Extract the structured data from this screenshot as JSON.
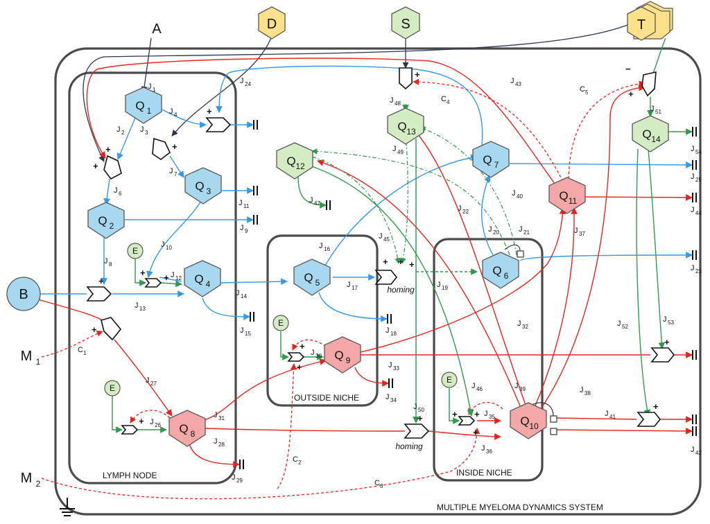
{
  "system_title": "MULTIPLE MYELOMA DYNAMICS SYSTEM",
  "compartments": {
    "lymph": "LYMPH NODE",
    "outside": "OUTSIDE NICHE",
    "inside": "INSIDE NICHE"
  },
  "external_inputs": {
    "A": "A",
    "D": "D",
    "S": "S",
    "T": "T",
    "B": "B",
    "M1": "M",
    "M1_sub": "1",
    "M2": "M",
    "M2_sub": "2"
  },
  "nodes": [
    {
      "id": "q1",
      "label": "Q",
      "sub": "1",
      "kind": "blue"
    },
    {
      "id": "q2",
      "label": "Q",
      "sub": "2",
      "kind": "blue"
    },
    {
      "id": "q3",
      "label": "Q",
      "sub": "3",
      "kind": "blue"
    },
    {
      "id": "q4",
      "label": "Q",
      "sub": "4",
      "kind": "blue"
    },
    {
      "id": "q5",
      "label": "Q",
      "sub": "5",
      "kind": "blue"
    },
    {
      "id": "q6",
      "label": "Q",
      "sub": "6",
      "kind": "blue"
    },
    {
      "id": "q7",
      "label": "Q",
      "sub": "7",
      "kind": "blue"
    },
    {
      "id": "q8",
      "label": "Q",
      "sub": "8",
      "kind": "red"
    },
    {
      "id": "q9",
      "label": "Q",
      "sub": "9",
      "kind": "red"
    },
    {
      "id": "q10",
      "label": "Q",
      "sub": "10",
      "kind": "red"
    },
    {
      "id": "q11",
      "label": "Q",
      "sub": "11",
      "kind": "red"
    },
    {
      "id": "q12",
      "label": "Q",
      "sub": "12",
      "kind": "green"
    },
    {
      "id": "q13",
      "label": "Q",
      "sub": "13",
      "kind": "green"
    },
    {
      "id": "q14",
      "label": "Q",
      "sub": "14",
      "kind": "green"
    }
  ],
  "e_label": "E",
  "homing_label": "homing",
  "sink_symbol": "‖",
  "flows": [
    {
      "id": "j1",
      "l": "J",
      "s": "1"
    },
    {
      "id": "j2",
      "l": "J",
      "s": "2"
    },
    {
      "id": "j3",
      "l": "J",
      "s": "3"
    },
    {
      "id": "j4",
      "l": "J",
      "s": "4"
    },
    {
      "id": "j6",
      "l": "J",
      "s": "6"
    },
    {
      "id": "j7",
      "l": "J",
      "s": "7"
    },
    {
      "id": "j8",
      "l": "J",
      "s": "8"
    },
    {
      "id": "j9",
      "l": "J",
      "s": "9"
    },
    {
      "id": "j10",
      "l": "J",
      "s": "10"
    },
    {
      "id": "j11",
      "l": "J",
      "s": "11"
    },
    {
      "id": "j12",
      "l": "J",
      "s": "12"
    },
    {
      "id": "j13",
      "l": "J",
      "s": "13"
    },
    {
      "id": "j14",
      "l": "J",
      "s": "14"
    },
    {
      "id": "j15",
      "l": "J",
      "s": "15"
    },
    {
      "id": "j16",
      "l": "J",
      "s": "16"
    },
    {
      "id": "j17",
      "l": "J",
      "s": "17"
    },
    {
      "id": "j18",
      "l": "J",
      "s": "18"
    },
    {
      "id": "j19",
      "l": "J",
      "s": "19"
    },
    {
      "id": "j20",
      "l": "J",
      "s": "20"
    },
    {
      "id": "j21",
      "l": "J",
      "s": "21"
    },
    {
      "id": "j22",
      "l": "J",
      "s": "22"
    },
    {
      "id": "j23",
      "l": "J",
      "s": "23"
    },
    {
      "id": "j24",
      "l": "J",
      "s": "24"
    },
    {
      "id": "j25",
      "l": "J",
      "s": "25"
    },
    {
      "id": "j26",
      "l": "J",
      "s": "26"
    },
    {
      "id": "j27",
      "l": "J",
      "s": "27"
    },
    {
      "id": "j28",
      "l": "J",
      "s": "28"
    },
    {
      "id": "j29",
      "l": "J",
      "s": "29"
    },
    {
      "id": "j30",
      "l": "J",
      "s": "30"
    },
    {
      "id": "j31",
      "l": "J",
      "s": "31"
    },
    {
      "id": "j32",
      "l": "J",
      "s": "32"
    },
    {
      "id": "j33",
      "l": "J",
      "s": "33"
    },
    {
      "id": "j34",
      "l": "J",
      "s": "34"
    },
    {
      "id": "j35",
      "l": "J",
      "s": "35"
    },
    {
      "id": "j36",
      "l": "J",
      "s": "36"
    },
    {
      "id": "j37",
      "l": "J",
      "s": "37"
    },
    {
      "id": "j38",
      "l": "J",
      "s": "38"
    },
    {
      "id": "j39",
      "l": "J",
      "s": "39"
    },
    {
      "id": "j40",
      "l": "J",
      "s": "40"
    },
    {
      "id": "j41",
      "l": "J",
      "s": "41"
    },
    {
      "id": "j42",
      "l": "J",
      "s": "42"
    },
    {
      "id": "j43",
      "l": "J",
      "s": "43"
    },
    {
      "id": "j44",
      "l": "J",
      "s": "44"
    },
    {
      "id": "j45",
      "l": "J",
      "s": "45"
    },
    {
      "id": "j46",
      "l": "J",
      "s": "46"
    },
    {
      "id": "j47",
      "l": "J",
      "s": "47"
    },
    {
      "id": "j48",
      "l": "J",
      "s": "48"
    },
    {
      "id": "j49",
      "l": "J",
      "s": "49"
    },
    {
      "id": "j50",
      "l": "J",
      "s": "50"
    },
    {
      "id": "j51",
      "l": "J",
      "s": "51"
    },
    {
      "id": "j52",
      "l": "J",
      "s": "52"
    },
    {
      "id": "j53",
      "l": "J",
      "s": "53"
    },
    {
      "id": "j54",
      "l": "J",
      "s": "54"
    }
  ],
  "controls": [
    {
      "id": "c1",
      "l": "C",
      "s": "1"
    },
    {
      "id": "c2",
      "l": "C",
      "s": "2"
    },
    {
      "id": "c3",
      "l": "C",
      "s": "3"
    },
    {
      "id": "c4",
      "l": "C",
      "s": "4"
    },
    {
      "id": "c5",
      "l": "C",
      "s": "5"
    }
  ],
  "colors": {
    "blue_fill": "#a8d8f0",
    "red_fill": "#f4a7a7",
    "green_fill": "#d4ecc4",
    "yellow_fill": "#fce08a",
    "blue_line": "#3399ee",
    "red_line": "#e8231c",
    "green_line": "#2e9a4a",
    "dark_line": "#2a3550"
  }
}
